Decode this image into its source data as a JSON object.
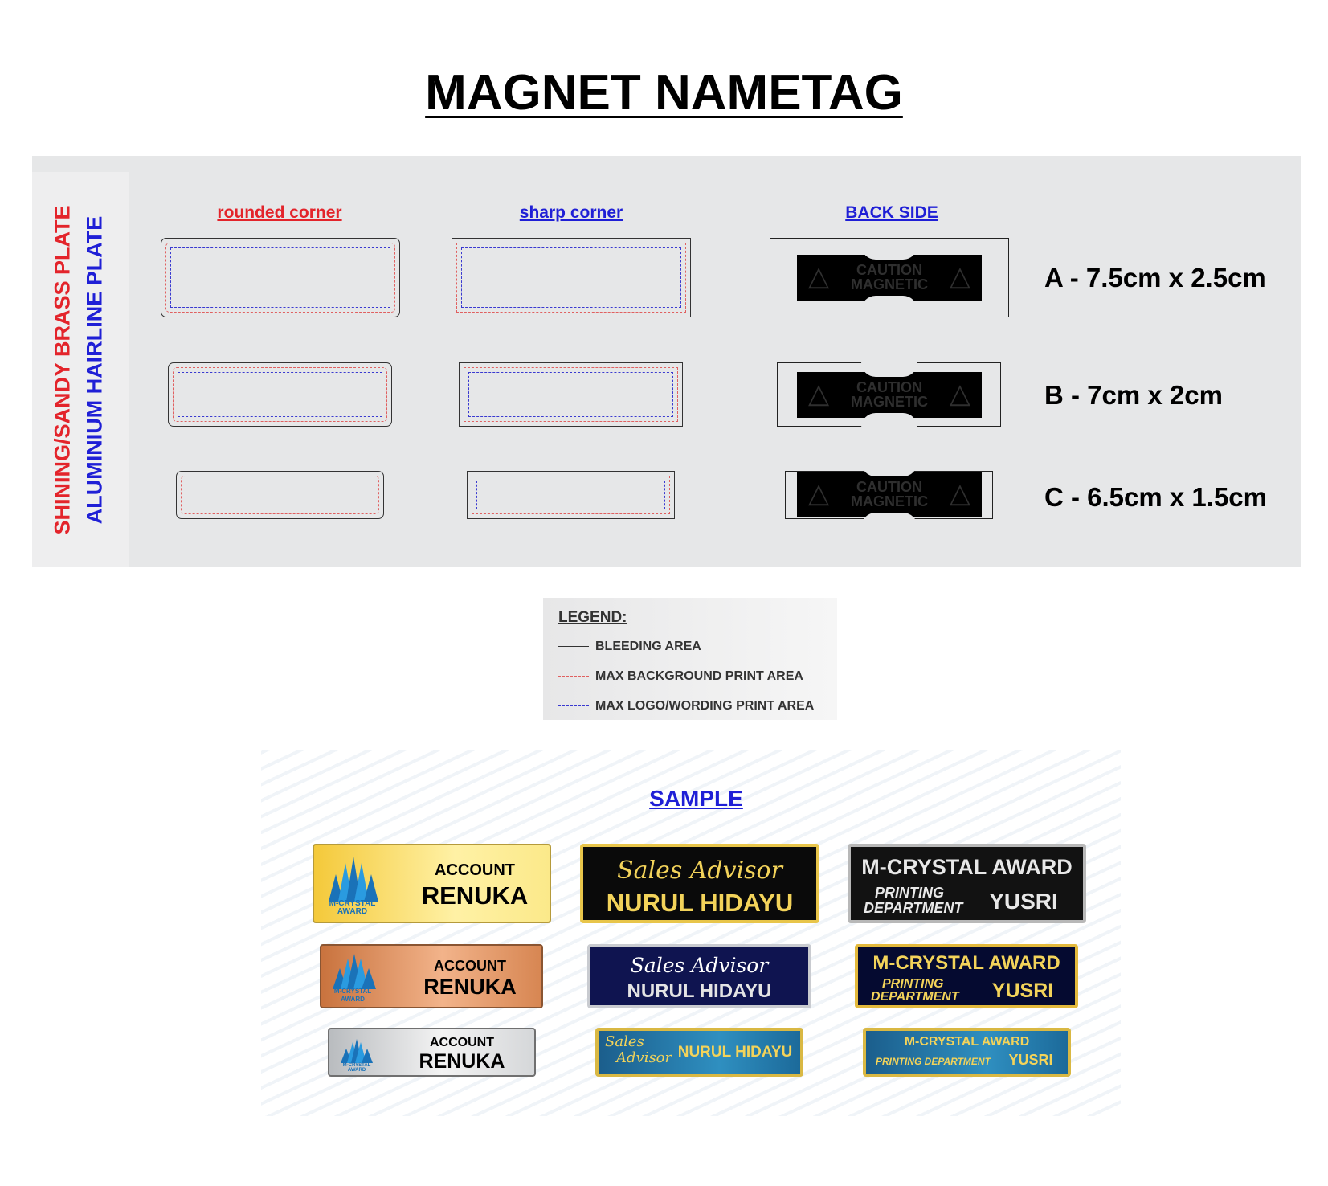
{
  "title": "MAGNET NAMETAG",
  "side_labels": {
    "brass": "SHINING/SANDY BRASS PLATE",
    "aluminium": "ALUMINIUM HAIRLINE PLATE"
  },
  "columns": {
    "rounded": "rounded corner",
    "sharp": "sharp corner",
    "back": "BACK SIDE"
  },
  "sizes": [
    {
      "label": "A - 7.5cm x 2.5cm"
    },
    {
      "label": "B - 7cm x 2cm"
    },
    {
      "label": "C - 6.5cm x 1.5cm"
    }
  ],
  "magnet_text": {
    "line1": "CAUTION",
    "line2": "MAGNETIC",
    "warning_icon": "warning-triangle-icon"
  },
  "legend": {
    "title": "LEGEND:",
    "items": [
      {
        "label": "BLEEDING AREA",
        "color": "#333333",
        "style": "solid"
      },
      {
        "label": "MAX BACKGROUND PRINT AREA",
        "color": "#e06060",
        "style": "dashed"
      },
      {
        "label": "MAX LOGO/WORDING PRINT AREA",
        "color": "#3a3ad0",
        "style": "dashed"
      }
    ]
  },
  "sample": {
    "title": "SAMPLE",
    "logo_text_1": "M-CRYSTAL",
    "logo_text_2": "AWARD",
    "account_role": "ACCOUNT",
    "account_name": "RENUKA",
    "sales_role": "Sales Advisor",
    "sales_role_l1": "Sales",
    "sales_role_l2": "Advisor",
    "sales_name": "NURUL HIDAYU",
    "company": "M-CRYSTAL AWARD",
    "dept_l1": "PRINTING",
    "dept_l2": "DEPARTMENT",
    "dept_full": "PRINTING DEPARTMENT",
    "dept_name": "YUSRI"
  },
  "colors": {
    "red": "#e3242b",
    "blue": "#1f1fd6",
    "gold": "#e8c54a",
    "panel": "#e6e7e8"
  }
}
